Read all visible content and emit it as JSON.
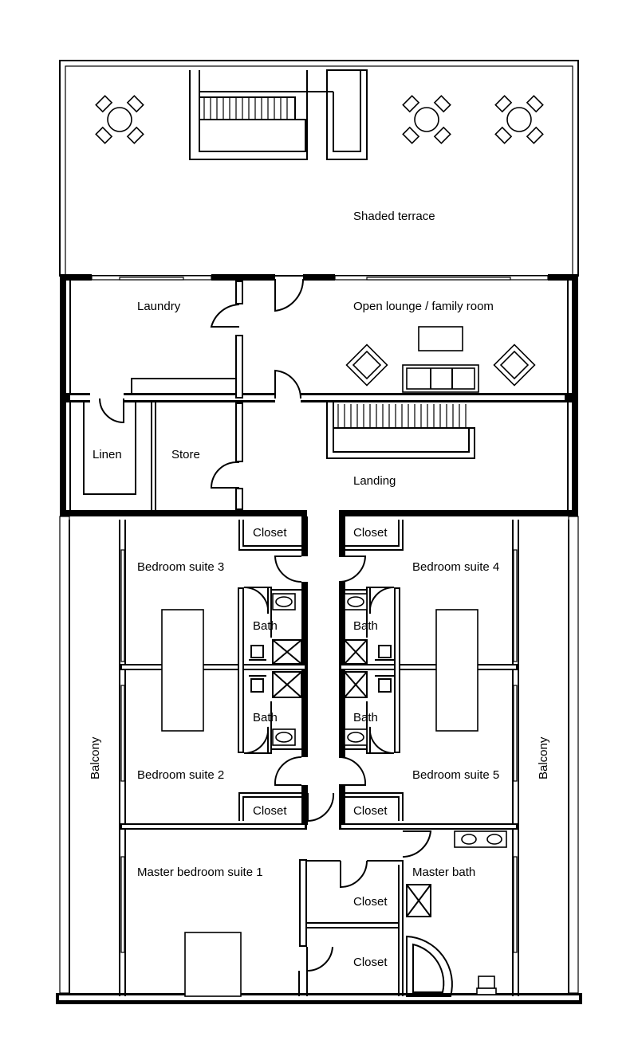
{
  "rooms": {
    "shaded_terrace": "Shaded terrace",
    "laundry": "Laundry",
    "lounge": "Open lounge / family room",
    "linen": "Linen",
    "store": "Store",
    "landing": "Landing",
    "closet_3": "Closet",
    "closet_4": "Closet",
    "bedroom_3": "Bedroom suite 3",
    "bedroom_4": "Bedroom suite 4",
    "bath_3": "Bath",
    "bath_4": "Bath",
    "bath_2": "Bath",
    "bath_5": "Bath",
    "bedroom_2": "Bedroom suite 2",
    "bedroom_5": "Bedroom suite 5",
    "closet_2": "Closet",
    "closet_5": "Closet",
    "balcony_left": "Balcony",
    "balcony_right": "Balcony",
    "master_bedroom": "Master bedroom suite 1",
    "master_bath": "Master bath",
    "master_closet_1": "Closet",
    "master_closet_2": "Closet"
  }
}
